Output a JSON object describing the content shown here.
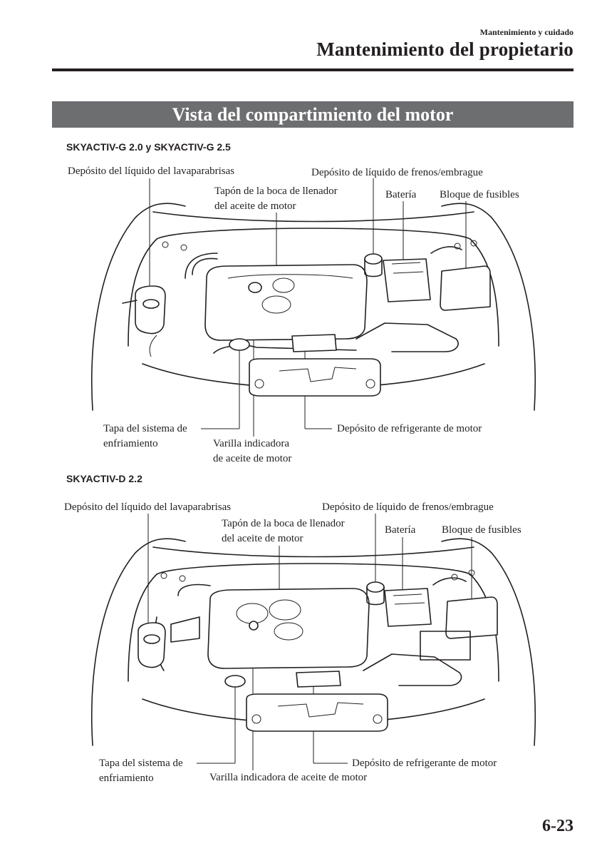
{
  "header": {
    "section": "Mantenimiento y cuidado",
    "title": "Mantenimiento del propietario"
  },
  "banner": "Vista del compartimiento del motor",
  "diagrams": [
    {
      "subtitle": "SKYACTIV-G 2.0 y SKYACTIV-G 2.5",
      "labels": {
        "washer": "Depósito del líquido del lavaparabrisas",
        "brake": "Depósito de líquido de frenos/embrague",
        "oil_cap": "Tapón de la boca de llenador\ndel aceite de motor",
        "battery": "Batería",
        "fuse": "Bloque de fusibles",
        "cooling_cap": "Tapa del sistema de\nenfriamiento",
        "dipstick": "Varilla indicadora\nde aceite de motor",
        "coolant": "Depósito de refrigerante de motor"
      }
    },
    {
      "subtitle": "SKYACTIV-D 2.2",
      "labels": {
        "washer": "Depósito del líquido del lavaparabrisas",
        "brake": "Depósito de líquido de frenos/embrague",
        "oil_cap": "Tapón de la boca de llenador\ndel aceite de motor",
        "battery": "Batería",
        "fuse": "Bloque de fusibles",
        "cooling_cap": "Tapa del sistema de\nenfriamiento",
        "dipstick": "Varilla indicadora de aceite de motor",
        "coolant": "Depósito de refrigerante de motor"
      }
    }
  ],
  "page_number": "6-23"
}
